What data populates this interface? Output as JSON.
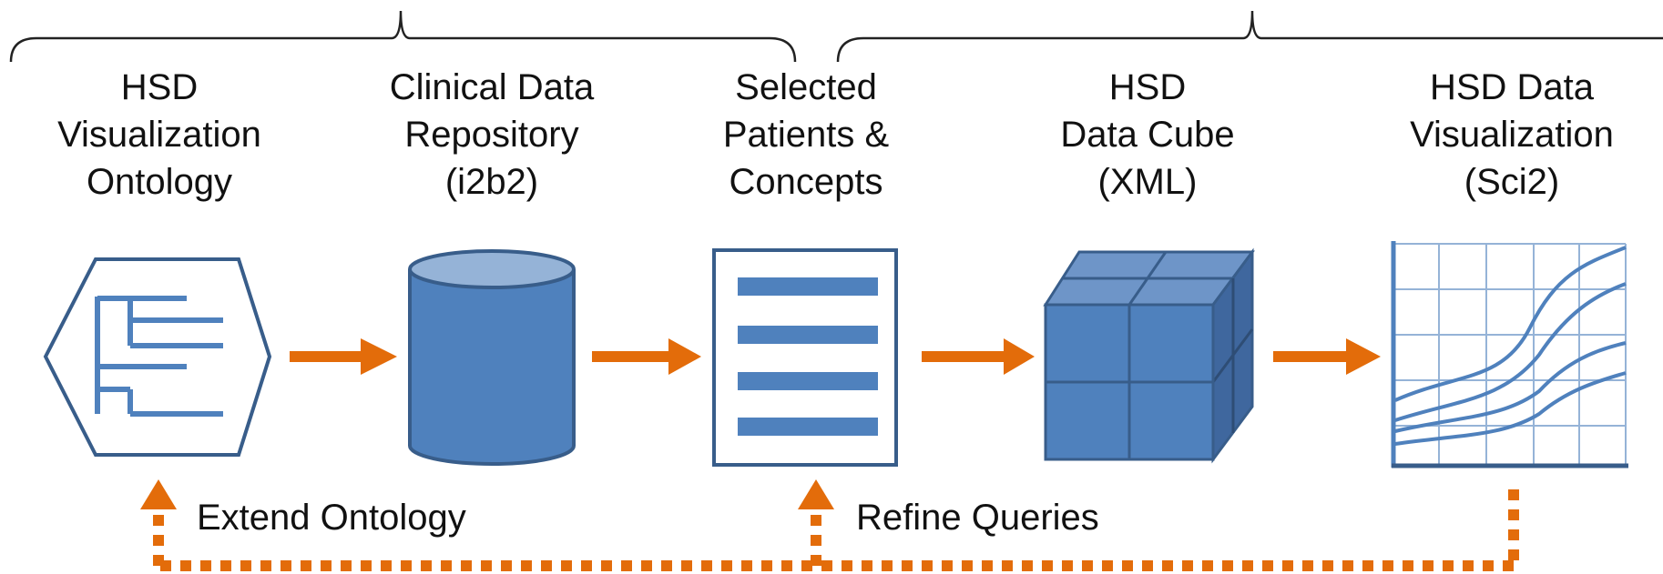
{
  "stages": [
    {
      "lines": [
        "HSD",
        "Visualization",
        "Ontology"
      ]
    },
    {
      "lines": [
        "Clinical Data",
        "Repository",
        "(i2b2)"
      ]
    },
    {
      "lines": [
        "Selected",
        "Patients &",
        "Concepts"
      ]
    },
    {
      "lines": [
        "HSD",
        "Data Cube",
        "(XML)"
      ]
    },
    {
      "lines": [
        "HSD Data",
        "Visualization",
        "(Sci2)"
      ]
    }
  ],
  "feedback": {
    "extend_label": "Extend Ontology",
    "refine_label": "Refine Queries"
  },
  "colors": {
    "blue_fill": "#4F81BD",
    "blue_dark": "#385D8A",
    "blue_light": "#95B3D7",
    "orange": "#E36C0A",
    "cube_front": "#4F81BD",
    "cube_top": "#6E95C8",
    "cube_side": "#3F679E"
  },
  "icons": [
    "ontology-tree-hexagon-icon",
    "database-cylinder-icon",
    "document-list-icon",
    "data-cube-icon",
    "line-chart-grid-icon"
  ]
}
